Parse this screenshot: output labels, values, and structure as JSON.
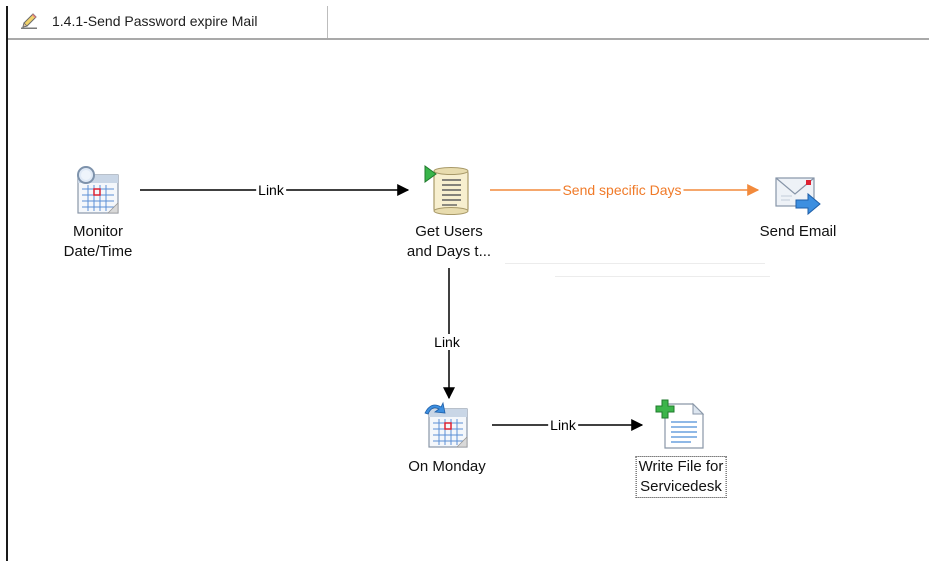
{
  "tab": {
    "title": "1.4.1-Send Password expire Mail"
  },
  "links": {
    "monitor_to_get": "Link",
    "get_to_email": "Send specific Days",
    "get_to_monday": "Link",
    "monday_to_write": "Link"
  },
  "nodes": {
    "monitor": {
      "line1": "Monitor",
      "line2": "Date/Time",
      "icon": "calendar-monitor-icon"
    },
    "get_users": {
      "line1": "Get Users",
      "line2": "and Days t...",
      "icon": "script-scroll-icon"
    },
    "send_email": {
      "line1": "Send Email",
      "icon": "email-send-icon"
    },
    "on_monday": {
      "line1": "On Monday",
      "icon": "calendar-check-icon"
    },
    "write_file": {
      "line1": "Write File for",
      "line2": "Servicedesk",
      "icon": "new-file-icon"
    }
  },
  "colors": {
    "link_default": "#000000",
    "link_conditional": "#f28a3c",
    "label_conditional": "#f07a28"
  }
}
